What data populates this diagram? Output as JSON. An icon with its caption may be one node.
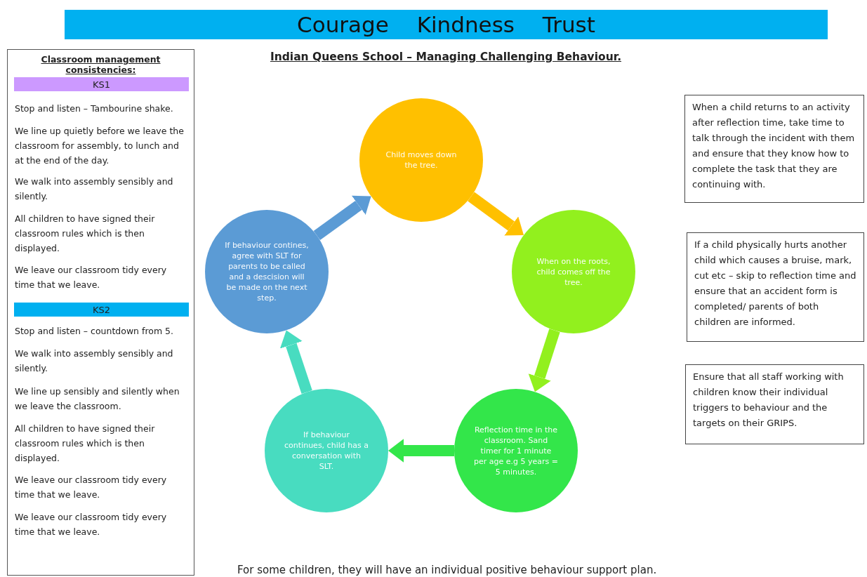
{
  "diagram": {
    "title": "Indian Queens School – Managing Challenging Behaviour.",
    "caption": "For some children, they will have an individual positive behaviour support plan.",
    "nodes": [
      {
        "text": [
          "Courage Kindness Trust"
        ]
      },
      {
        "text": [
          "Classroom management consistencies:"
        ]
      },
      {
        "text": [
          "KS1"
        ],
        "in": 1
      },
      {
        "text": [
          "KS2"
        ],
        "in": 1
      },
      {
        "text": [
          "Child moves down the tree."
        ]
      },
      {
        "text": [
          "When on the roots, child comes off the tree."
        ]
      },
      {
        "text": [
          "Reflection time in the classroom. Sand timer for 1 minute per age e.g 5 years = 5 minutes."
        ]
      },
      {
        "text": [
          "If behaviour continues, child has a conversation with SLT."
        ]
      },
      {
        "text": [
          "If behaviour contines, agree with SLT for parents to be called and a descision will be made on the next step."
        ]
      },
      {
        "text": [
          "When a child returns to an activity after reflection time, take time to talk through the incident with them and ensure that they know how to complete the task that they are continuing with."
        ]
      },
      {
        "text": [
          "If a child physically hurts another child which causes a bruise, mark, cut etc – skip to reflection time and ensure that an accident form is completed/ parents of both children are informed."
        ]
      },
      {
        "text": [
          "Ensure that all staff working with children know their individual triggers to behaviour and the targets on their GRIPS."
        ]
      }
    ],
    "edges": [
      {
        "from": 4,
        "to": 5,
        "arrow": "to",
        "color": "#ffc000"
      },
      {
        "from": 5,
        "to": 6,
        "arrow": "to",
        "color": "#92f01e"
      },
      {
        "from": 6,
        "to": 7,
        "arrow": "to",
        "color": "#33e64a"
      },
      {
        "from": 7,
        "to": 8,
        "arrow": "to",
        "color": "#48dcc0"
      },
      {
        "from": 8,
        "to": 4,
        "arrow": "to",
        "color": "#5b9bd5"
      }
    ],
    "labels": [
      "Stop and listen – Tambourine shake.",
      "We line up quietly before we leave the classroom for assembly, to lunch and at the end of the day.",
      "We walk into assembly sensibly and silently.",
      "All children to have signed their classroom rules which is then displayed.",
      "We leave our classroom tidy every time that we leave.",
      "Stop and listen – countdown from 5.",
      "We walk into assembly sensibly and silently.",
      "We line up sensibly and silently when we leave the classroom.",
      "All children to have signed their classroom rules which is then displayed.",
      "We leave our classroom tidy every time that we leave.",
      "We leave our classroom tidy every time that we leave."
    ]
  }
}
